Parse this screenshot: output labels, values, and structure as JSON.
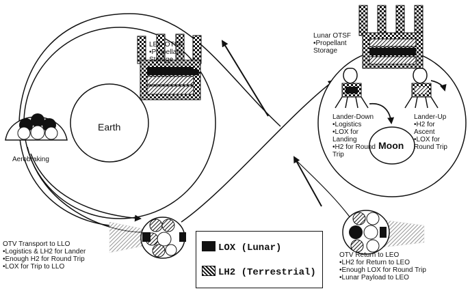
{
  "leo_otsf": {
    "title": "LEO OTSF",
    "item": "Propellant Storage"
  },
  "lunar_otsf": {
    "title": "Lunar OTSF",
    "item": "Propellant Storage"
  },
  "earth_label": "Earth",
  "moon_label": "Moon",
  "aerobraking_label": "Aerobraking",
  "lander_down": {
    "title": "Lander-Down",
    "items": [
      "Logistics",
      "LOX for Landing",
      "H2 for Round Trip"
    ]
  },
  "lander_up": {
    "title": "Lander-Up",
    "items": [
      "H2 for Ascent",
      "LOX for Round Trip"
    ]
  },
  "otv_transport": {
    "title": "OTV Transport to LLO",
    "items": [
      "Logistics & LH2 for Lander",
      "Enough H2 for Round Trip",
      "LOX for Trip to LLO"
    ]
  },
  "otv_return": {
    "title": "OTV Return to LEO",
    "items": [
      "LH2 for Return to LEO",
      "Enough LOX for Round Trip",
      "Lunar Payload to LEO"
    ]
  },
  "legend": {
    "lox": "LOX (Lunar)",
    "lh2": "LH2 (Terrestrial)"
  }
}
